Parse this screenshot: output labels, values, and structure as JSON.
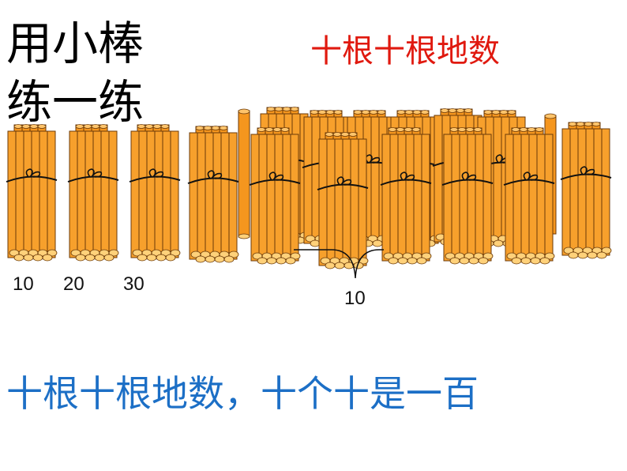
{
  "title": "用小棒\n练一练",
  "subtitle": "十根十根地数",
  "bundle_labels": [
    "10",
    "20",
    "30"
  ],
  "group_label": "10",
  "caption": "十根十根地数，十个十是一百",
  "colors": {
    "stick": "#f5961e",
    "stick_dark": "#b35e0d",
    "subtitle": "#e0190f",
    "caption": "#1c6fc6"
  },
  "icons": [
    "stick-bundle-icon",
    "loose-stick-icon"
  ]
}
